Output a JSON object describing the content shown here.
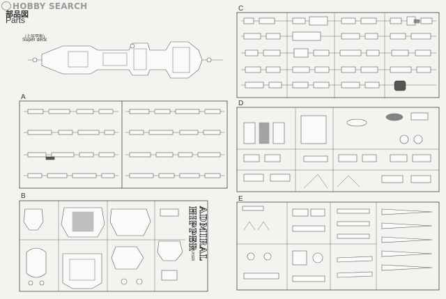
{
  "watermark": "HOBBY SEARCH",
  "header": {
    "title_cn": "部品図",
    "title_en": "Parts"
  },
  "super_deck": {
    "label_cn": "(上层甲板)",
    "label_en": "Super deck"
  },
  "sprues": [
    {
      "letter": "A"
    },
    {
      "letter": "B",
      "scale_text": "1/350 SCALE GERMAN CRUISER",
      "ship_name": "ADMIRAL HIPPER"
    },
    {
      "letter": "C"
    },
    {
      "letter": "D"
    },
    {
      "letter": "E"
    }
  ]
}
